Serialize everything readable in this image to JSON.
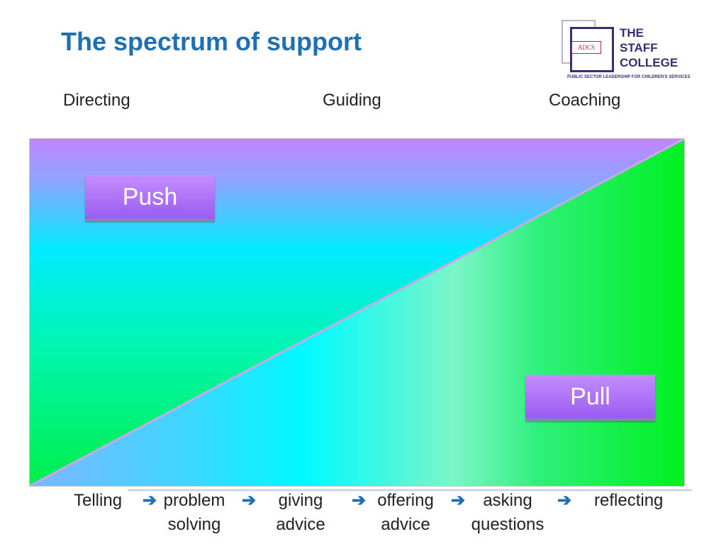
{
  "title": "The spectrum of support",
  "logo": {
    "badge": "ADCS",
    "line1": "THE",
    "line2": "STAFF",
    "line3": "COLLEGE",
    "tagline": "PUBLIC SECTOR LEADERSHIP FOR CHILDREN'S SERVICES"
  },
  "spectrum_labels": [
    "Directing",
    "Guiding",
    "Coaching"
  ],
  "boxes": {
    "push": "Push",
    "pull": "Pull"
  },
  "steps": [
    {
      "line1": "Telling",
      "line2": ""
    },
    {
      "line1": "problem",
      "line2": "solving"
    },
    {
      "line1": "giving",
      "line2": "advice"
    },
    {
      "line1": "offering",
      "line2": "advice"
    },
    {
      "line1": "asking",
      "line2": "questions"
    },
    {
      "line1": "reflecting",
      "line2": ""
    }
  ],
  "arrow_glyph": "➔",
  "colors": {
    "title": "#1f6fb5",
    "push_pull_box": "#b07bff",
    "upper_region_top": "#c184ff",
    "lower_region_right": "#00ff33",
    "arrow": "#1f6fb5"
  }
}
